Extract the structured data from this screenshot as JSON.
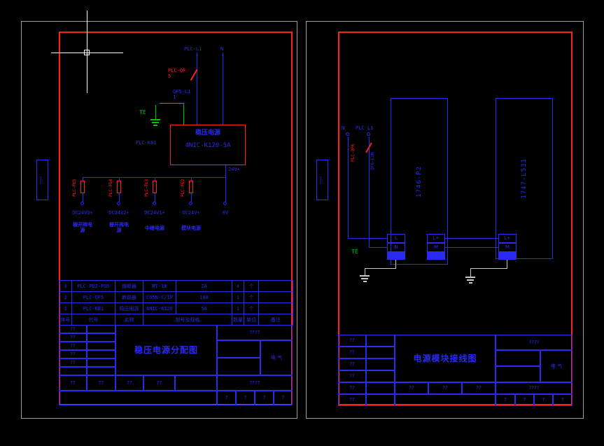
{
  "colors": {
    "background": "#000000",
    "line_blue": "#2a2af0",
    "accent_red": "#ff2020",
    "wire_green": "#00c800",
    "sheet_border": "#9f9f9f",
    "cursor_white": "#ffffff"
  },
  "left": {
    "zone_text": "????",
    "schematic": {
      "l1": "PLC-L1",
      "n": "N",
      "breaker_ref": "PLC-QF5",
      "breaker_wire": "QF5-L11",
      "te": "TE",
      "psu_ref": "PLC-KB1",
      "psu_title": "稳压电源",
      "psu_model": "4NIC-K120-5A",
      "bus": "24V+",
      "zero": "0V",
      "fuses": [
        {
          "ref": "PLC-FU5",
          "out": "DC24V3+",
          "load": "栅开阀电源"
        },
        {
          "ref": "PLC-FU4",
          "out": "DC24V2+",
          "load": "栅开阀电源"
        },
        {
          "ref": "PLC-FU3",
          "out": "DC24V1+",
          "load": "中继电源"
        },
        {
          "ref": "PLC-FU2",
          "out": "DC24V+",
          "load": "模块电源"
        }
      ]
    },
    "bom": {
      "headers": {
        "seq": "序号",
        "code": "代号",
        "name": "名称",
        "model": "型号及规格",
        "qty": "数量",
        "unit": "单位",
        "note": "备注"
      },
      "rows": [
        {
          "seq": "3",
          "code": "PLC-FU2-FU5",
          "name": "熔断器",
          "model": "RT-18",
          "spec": "2A",
          "qty": "4",
          "unit": "个",
          "note": ""
        },
        {
          "seq": "2",
          "code": "PLC-QF5",
          "name": "断路器",
          "model": "C65N-C/1P",
          "spec": "10A",
          "qty": "1",
          "unit": "个",
          "note": ""
        },
        {
          "seq": "1",
          "code": "PLC-KB1",
          "name": "稳压电源",
          "model": "4NIC-K120",
          "spec": "5A",
          "qty": "1",
          "unit": "个",
          "note": ""
        }
      ]
    },
    "tb": {
      "title": "稳压电源分配图",
      "company": "????",
      "discipline": "电 气",
      "rows": [
        "??",
        "??",
        "??",
        "??",
        "??"
      ],
      "sig_cells": [
        "??",
        "??",
        "??",
        "??"
      ],
      "extra": "????",
      "pages": [
        "?",
        "?",
        "?",
        "?"
      ]
    }
  },
  "right": {
    "zone_text": "????",
    "schematic": {
      "n": "N",
      "l1": "PLC-L1",
      "breaker_ref": "PLC-QF6",
      "breaker_wire": "QF6-L1N",
      "te": "TE",
      "module1": {
        "name": "1746-P2",
        "t_left": [
          "L",
          "N"
        ],
        "t_right": [
          "L+",
          "M"
        ]
      },
      "module2": {
        "name": "1747-L531",
        "t_left": [
          "L+",
          "M"
        ]
      }
    },
    "tb": {
      "title": "电源模块接线图",
      "company": "????",
      "discipline": "电 气",
      "rows": [
        "??",
        "??",
        "??",
        "??",
        "??",
        "??"
      ],
      "sig_cells": [
        "??",
        "??",
        "??"
      ],
      "extra": "????",
      "pages": [
        "?",
        "?",
        "?",
        "?"
      ]
    }
  }
}
